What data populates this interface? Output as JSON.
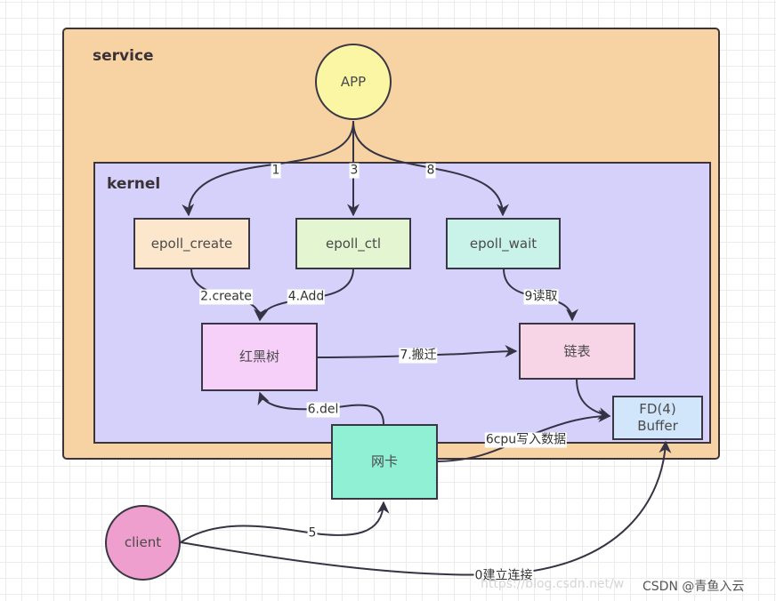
{
  "diagram": {
    "containers": {
      "service": {
        "label": "service",
        "color": "#f7d3a3"
      },
      "kernel": {
        "label": "kernel",
        "color": "#d5d1fa"
      }
    },
    "nodes": {
      "app": {
        "label": "APP",
        "shape": "circle",
        "color": "#fbf6a3"
      },
      "epoll_create": {
        "label": "epoll_create",
        "color": "#fce7cd"
      },
      "epoll_ctl": {
        "label": "epoll_ctl",
        "color": "#e3f5d1"
      },
      "epoll_wait": {
        "label": "epoll_wait",
        "color": "#c9f3e9"
      },
      "rbtree": {
        "label": "红黑树",
        "color": "#f6d0f9"
      },
      "linked_list": {
        "label": "链表",
        "color": "#f7d4e6"
      },
      "fd_buffer": {
        "label": "FD(4)\nBuffer",
        "line1": "FD(4)",
        "line2": "Buffer",
        "color": "#d1e6fb"
      },
      "nic": {
        "label": "网卡",
        "color": "#8ff0d4"
      },
      "client": {
        "label": "client",
        "shape": "circle",
        "color": "#ee9fcd"
      }
    },
    "edges": [
      {
        "from": "app",
        "to": "epoll_create",
        "label": "1"
      },
      {
        "from": "app",
        "to": "epoll_ctl",
        "label": "3"
      },
      {
        "from": "app",
        "to": "epoll_wait",
        "label": "8"
      },
      {
        "from": "epoll_create",
        "to": "rbtree",
        "label": "2.create"
      },
      {
        "from": "epoll_ctl",
        "to": "rbtree",
        "label": "4.Add"
      },
      {
        "from": "epoll_wait",
        "to": "linked_list",
        "label": "9读取"
      },
      {
        "from": "rbtree",
        "to": "linked_list",
        "label": "7.搬迁"
      },
      {
        "from": "nic",
        "to": "rbtree",
        "label": "6.del"
      },
      {
        "from": "nic",
        "to": "fd_buffer",
        "label": "6cpu写入数据"
      },
      {
        "from": "linked_list",
        "to": "fd_buffer",
        "label": ""
      },
      {
        "from": "client",
        "to": "nic",
        "label": "5"
      },
      {
        "from": "client",
        "to": "fd_buffer",
        "label": "0建立连接"
      }
    ],
    "line_color": "#363345"
  },
  "watermark": {
    "text": "CSDN @青鱼入云",
    "url_text": "https://blog.csdn.net/w"
  }
}
